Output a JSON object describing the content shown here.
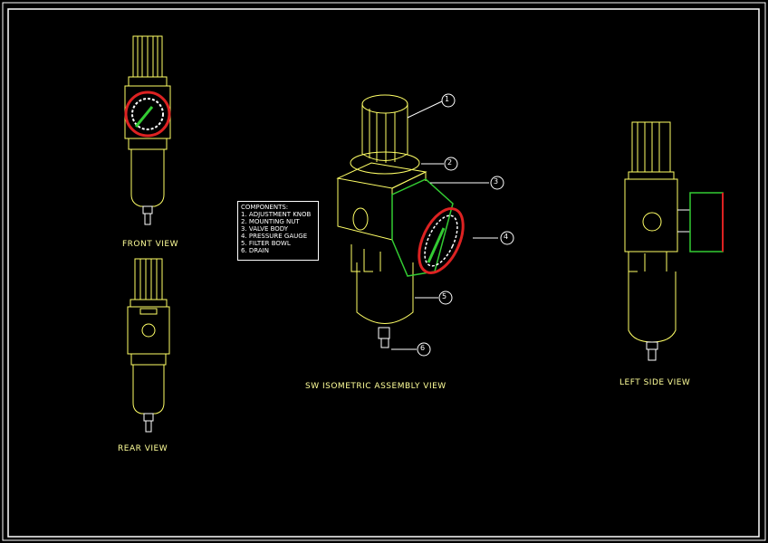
{
  "drawing": {
    "background": "#000000",
    "colors": {
      "outline": "#ffff66",
      "gauge_body": "#33cc33",
      "gauge_ring": "#dd2222",
      "leader": "#ffffff",
      "text": "#ffff99"
    }
  },
  "views": {
    "front": "FRONT VIEW",
    "rear": "REAR VIEW",
    "isometric": "SW ISOMETRIC ASSEMBLY VIEW",
    "left_side": "LEFT SIDE VIEW"
  },
  "legend": {
    "title": "COMPONENTS:",
    "items": [
      "1. ADJUSTMENT KNOB",
      "2. MOUNTING NUT",
      "3. VALVE BODY",
      "4. PRESSURE GAUGE",
      "5. FILTER BOWL",
      "6. DRAIN"
    ]
  },
  "balloons": [
    "1",
    "2",
    "3",
    "4",
    "5",
    "6"
  ]
}
